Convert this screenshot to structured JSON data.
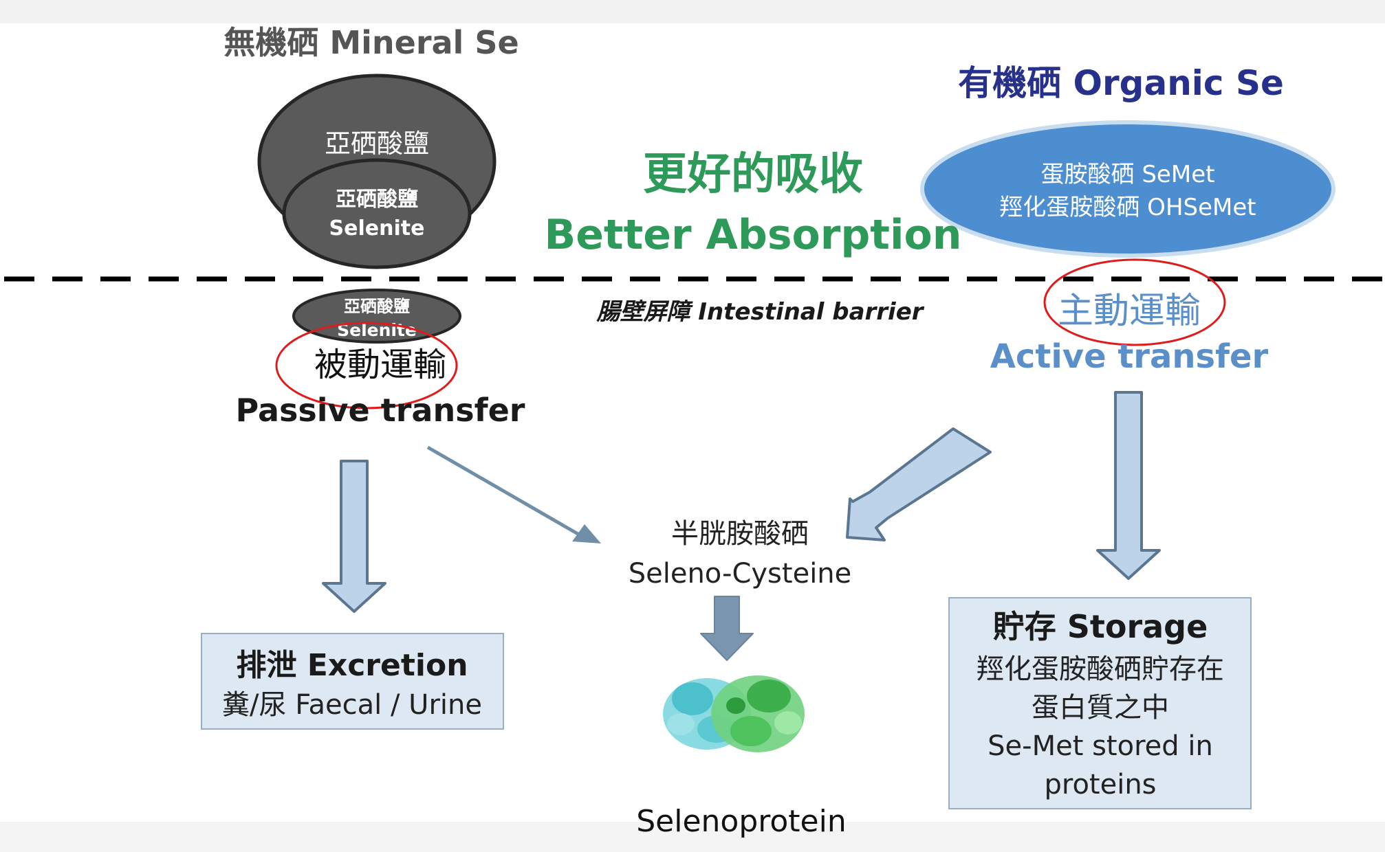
{
  "mineral": {
    "title": "無機硒 Mineral Se",
    "outer_label": "亞硒酸鹽",
    "inner_zh": "亞硒酸鹽",
    "inner_en": "Selenite",
    "small_zh": "亞硒酸鹽",
    "small_en": "Selenite",
    "passive_zh": "被動運輸",
    "passive_en": "Passive transfer"
  },
  "organic": {
    "title": "有機硒 Organic Se",
    "line1": "蛋胺酸硒 SeMet",
    "line2": "羥化蛋胺酸硒 OHSeMet",
    "active_zh": "主動運輸",
    "active_en": "Active transfer"
  },
  "absorption": {
    "zh": "更好的吸收",
    "en": "Better Absorption"
  },
  "barrier": {
    "label": "腸壁屏障 Intestinal barrier"
  },
  "excretion": {
    "title": "排泄 Excretion",
    "sub": "糞/尿 Faecal / Urine"
  },
  "cysteine": {
    "zh": "半胱胺酸硒",
    "en": "Seleno-Cysteine"
  },
  "selenoprotein": {
    "label": "Selenoprotein"
  },
  "storage": {
    "title": "貯存 Storage",
    "line1": "羥化蛋胺酸硒貯存在",
    "line2": "蛋白質之中",
    "line3": "Se-Met stored in",
    "line4": "proteins"
  },
  "colors": {
    "green": "#2e9a5a",
    "navy": "#27318b",
    "active_blue": "#5b8fc9",
    "oval_blue": "#4d8ed0",
    "dark_grey": "#5a5a5a",
    "arrow_fill": "#bcd3ea",
    "arrow_stroke": "#5a7690",
    "highlight_red": "#e01b1b"
  }
}
